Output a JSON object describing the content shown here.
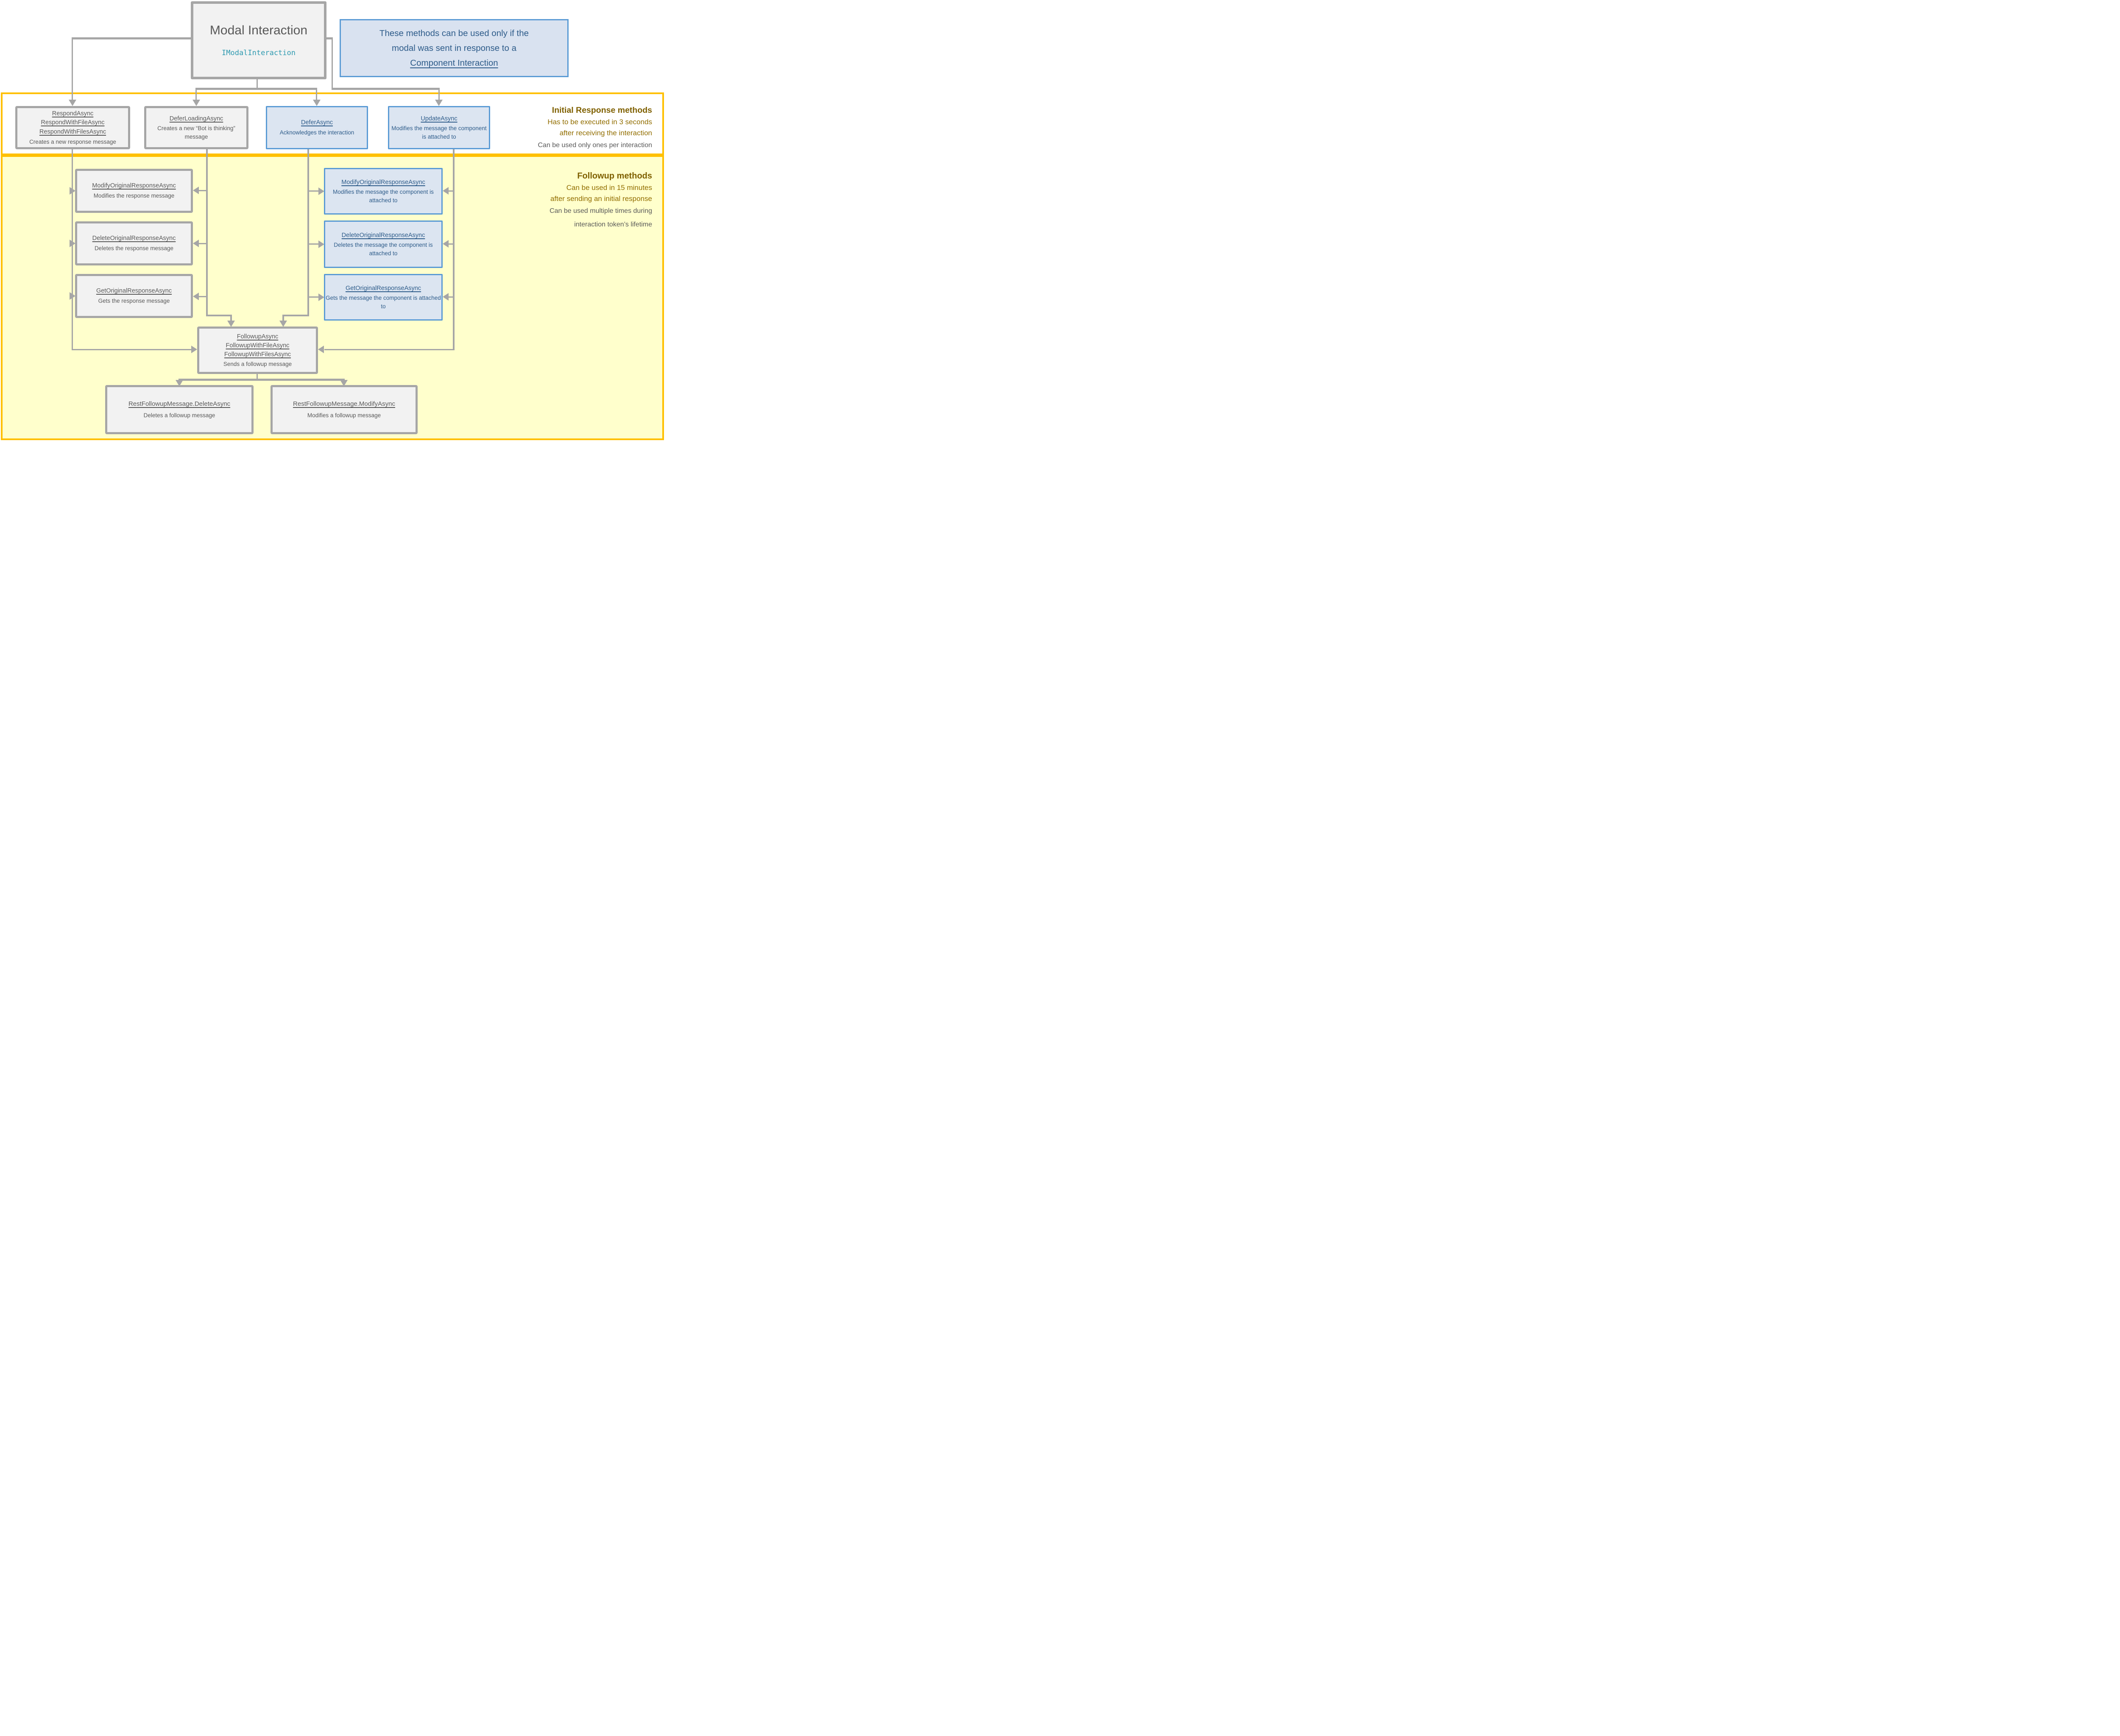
{
  "modal": {
    "title": "Modal Interaction",
    "interface": "IModalInteraction"
  },
  "note": {
    "line1": "These methods can be used only if the",
    "line2": "modal was sent in response to a",
    "linked": "Component Interaction"
  },
  "initial": {
    "heading": "Initial Response methods",
    "rule1": "Has to be executed in 3 seconds",
    "rule2": "after receiving the interaction",
    "rule3": "Can be used only ones per interaction",
    "respond": {
      "m1": "RespondAsync",
      "m2": "RespondWithFileAsync",
      "m3": "RespondWithFilesAsync",
      "desc": "Creates a new response message"
    },
    "defer_loading": {
      "m1": "DeferLoadingAsync",
      "desc": "Creates a new “Bot is thinking” message"
    },
    "defer": {
      "m1": "DeferAsync",
      "desc": "Acknowledges the interaction"
    },
    "update": {
      "m1": "UpdateAsync",
      "desc": "Modifies the message the component is attached to"
    }
  },
  "followup": {
    "heading": "Followup methods",
    "rule1": "Can be used in 15 minutes",
    "rule2": "after sending an initial response",
    "rule3": "Can be used multiple times during",
    "rule4": "interaction token’s lifetime",
    "modify_gray": {
      "m1": "ModifyOriginalResponseAsync",
      "desc": "Modifies the response message"
    },
    "delete_gray": {
      "m1": "DeleteOriginalResponseAsync",
      "desc": "Deletes the response message"
    },
    "get_gray": {
      "m1": "GetOriginalResponseAsync",
      "desc": "Gets the response message"
    },
    "modify_blue": {
      "m1": "ModifyOriginalResponseAsync",
      "desc": "Modifies the message the component is attached to"
    },
    "delete_blue": {
      "m1": "DeleteOriginalResponseAsync",
      "desc": "Deletes the message the component is attached to"
    },
    "get_blue": {
      "m1": "GetOriginalResponseAsync",
      "desc": "Gets  the message the component is attached to"
    },
    "followup_box": {
      "m1": "FollowupAsync",
      "m2": "FollowupWithFileAsync",
      "m3": "FollowupWithFilesAsync",
      "desc": "Sends a followup message"
    },
    "rest_delete": {
      "m1": "RestFollowupMessage.DeleteAsync",
      "desc": "Deletes a followup message"
    },
    "rest_modify": {
      "m1": "RestFollowupMessage.ModifyAsync",
      "desc": "Modifies a followup message"
    }
  },
  "colors": {
    "gold_border": "#FFC000",
    "yellow_fill": "#FFFFCC",
    "gray_border": "#A6A6A6",
    "gray_fill": "#F2F2F2",
    "gray_text": "#595959",
    "blue_border": "#5B9BD5",
    "blue_fill": "#DCE5F1",
    "blue_text": "#2E5C8A",
    "teal_code": "#2E9AB0",
    "gold_heading": "#7F6000",
    "gold_text": "#926E00"
  }
}
